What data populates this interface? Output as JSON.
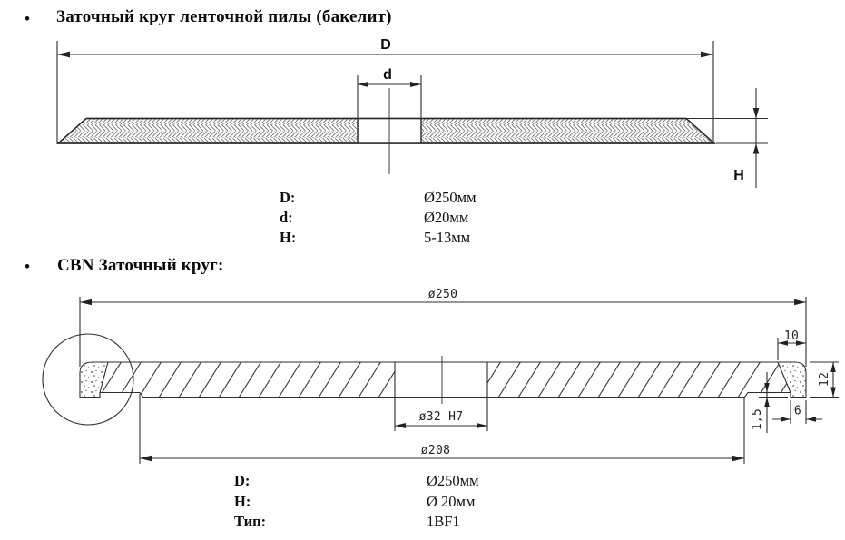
{
  "section1": {
    "bullet": "•",
    "title": "Заточный круг ленточной пилы (бакелит)",
    "dims": {
      "D": "D",
      "d": "d",
      "H": "H"
    },
    "specs": [
      {
        "label": "D:",
        "value": "Ø250мм"
      },
      {
        "label": "d:",
        "value": "Ø20мм"
      },
      {
        "label": "H:",
        "value": "5-13мм"
      }
    ]
  },
  "section2": {
    "bullet": "•",
    "title": "CBN Заточный круг:",
    "dims": {
      "outer_diameter": "ø250",
      "rim_width_top": "10",
      "rim_height": "12",
      "rim_width_bottom": "6",
      "rim_offset": "1,5",
      "bore": "ø32 H7",
      "recess_diameter": "ø208"
    },
    "specs": [
      {
        "label": "D:",
        "value": "Ø250мм"
      },
      {
        "label": "H:",
        "value": "Ø 20мм"
      },
      {
        "label": "Тип:",
        "value": "1BF1"
      }
    ]
  }
}
